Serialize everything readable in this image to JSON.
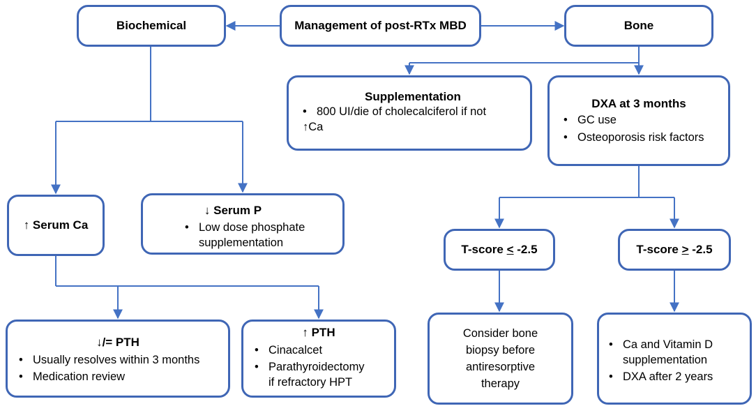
{
  "nodes": {
    "root": {
      "title": "Management of post-RTx MBD"
    },
    "biochemical": {
      "title": "Biochemical"
    },
    "bone": {
      "title": "Bone"
    },
    "supplementation": {
      "title": "Supplementation",
      "item1_line1": "800 UI/die of cholecalciferol if not",
      "item1_line2": "↑Ca"
    },
    "dxa": {
      "title": "DXA at 3 months",
      "items": [
        "GC use",
        "Osteoporosis risk factors"
      ]
    },
    "serum_ca": {
      "title": "↑ Serum Ca"
    },
    "serum_p": {
      "title": "↓ Serum P",
      "item1_line1": "Low dose phosphate",
      "item1_line2": "supplementation"
    },
    "tscore_low": {
      "prefix": "T-score ",
      "op": "<",
      "value": " -2.5"
    },
    "tscore_high": {
      "prefix": "T-score ",
      "op": ">",
      "value": " -2.5"
    },
    "pth_low": {
      "title": "↓/= PTH",
      "items": [
        "Usually resolves within 3 months",
        "Medication review"
      ]
    },
    "pth_high": {
      "title": "↑ PTH",
      "item1": "Cinacalcet",
      "item2_line1": "Parathyroidectomy",
      "item2_line2": "if refractory HPT"
    },
    "biopsy": {
      "lines": [
        "Consider bone",
        "biopsy before",
        "antiresorptive",
        "therapy"
      ]
    },
    "ca_vitd": {
      "item1_line1": "Ca and Vitamin D",
      "item1_line2": "supplementation",
      "item2": "DXA after 2 years"
    }
  },
  "colors": {
    "border": "#3f66b5",
    "connector": "#4472c4"
  }
}
